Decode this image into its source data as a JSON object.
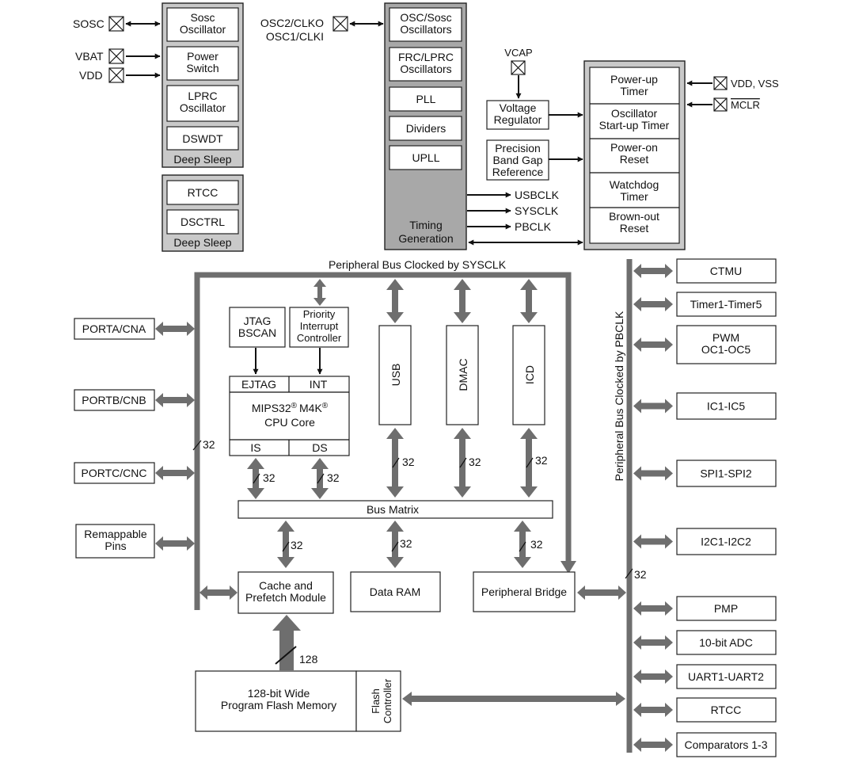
{
  "top_left": {
    "pins": [
      "SOSC",
      "VBAT",
      "VDD"
    ],
    "deep_sleep_1": {
      "blocks": [
        "Sosc Oscillator",
        "Power Switch",
        "LPRC Oscillator",
        "DSWDT"
      ],
      "label": "Deep Sleep"
    },
    "deep_sleep_2": {
      "blocks": [
        "RTCC",
        "DSCTRL"
      ],
      "label": "Deep Sleep"
    }
  },
  "timing": {
    "pin_line1": "OSC2/CLKO",
    "pin_line2": "OSC1/CLKI",
    "blocks": [
      "OSC/Sosc Oscillators",
      "FRC/LPRC Oscillators",
      "PLL",
      "Dividers",
      "UPLL"
    ],
    "label_line1": "Timing",
    "label_line2": "Generation",
    "clocks": [
      "USBCLK",
      "SYSCLK",
      "PBCLK"
    ]
  },
  "power": {
    "vcap": "VCAP",
    "regulator": "Voltage Regulator",
    "bandgap": "Precision Band Gap Reference",
    "blocks": [
      "Power-up Timer",
      "Oscillator Start-up Timer",
      "Power-on Reset",
      "Watchdog Timer",
      "Brown-out Reset"
    ],
    "pins": [
      "VDD, VSS",
      "MCLR"
    ]
  },
  "core": {
    "bus_title": "Peripheral Bus Clocked by SYSCLK",
    "ports": [
      "PORTA/CNA",
      "PORTB/CNB",
      "PORTC/CNC",
      "Remappable Pins"
    ],
    "jtag": "JTAG BSCAN",
    "pic": "Priority Interrupt Controller",
    "ejtag": "EJTAG",
    "int": "INT",
    "cpu_line1": "MIPS32",
    "cpu_mid": "M4K",
    "reg": "®",
    "cpu_line2": "CPU Core",
    "is": "IS",
    "ds": "DS",
    "masters": [
      "USB",
      "DMAC",
      "ICD"
    ],
    "bus_matrix": "Bus Matrix",
    "cache": "Cache and Prefetch Module",
    "ram": "Data RAM",
    "bridge": "Peripheral Bridge",
    "flash": "128-bit Wide Program Flash Memory",
    "flash_ctrl": "Flash Controller",
    "width32": "32",
    "width128": "128"
  },
  "peripherals": {
    "bus_title": "Peripheral Bus Clocked by PBCLK",
    "items": [
      "CTMU",
      "Timer1-Timer5",
      "PWM OC1-OC5",
      "IC1-IC5",
      "SPI1-SPI2",
      "I2C1-I2C2",
      "PMP",
      "10-bit ADC",
      "UART1-UART2",
      "RTCC",
      "Comparators 1-3"
    ]
  }
}
